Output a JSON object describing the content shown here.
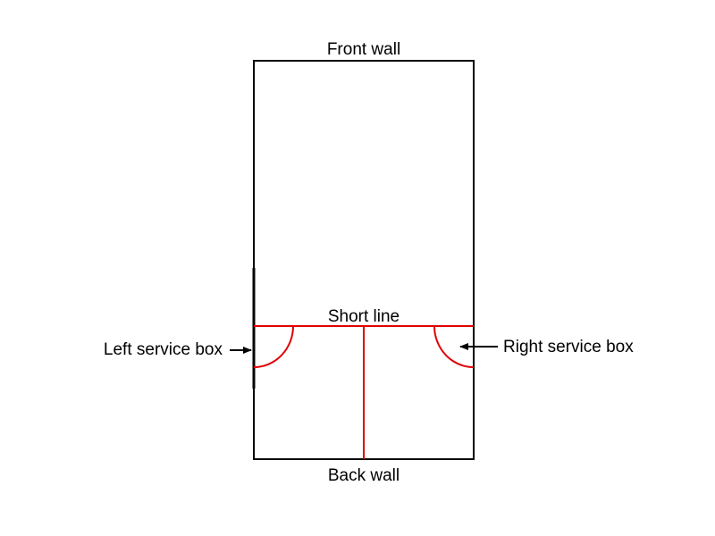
{
  "labels": {
    "front_wall": "Front wall",
    "back_wall": "Back wall",
    "short_line": "Short line",
    "left_service_box": "Left service box",
    "right_service_box": "Right service box"
  },
  "colors": {
    "wall_color": "#000000",
    "court_line_color": "#e00000",
    "arrow_color": "#000000",
    "background": "#ffffff"
  }
}
